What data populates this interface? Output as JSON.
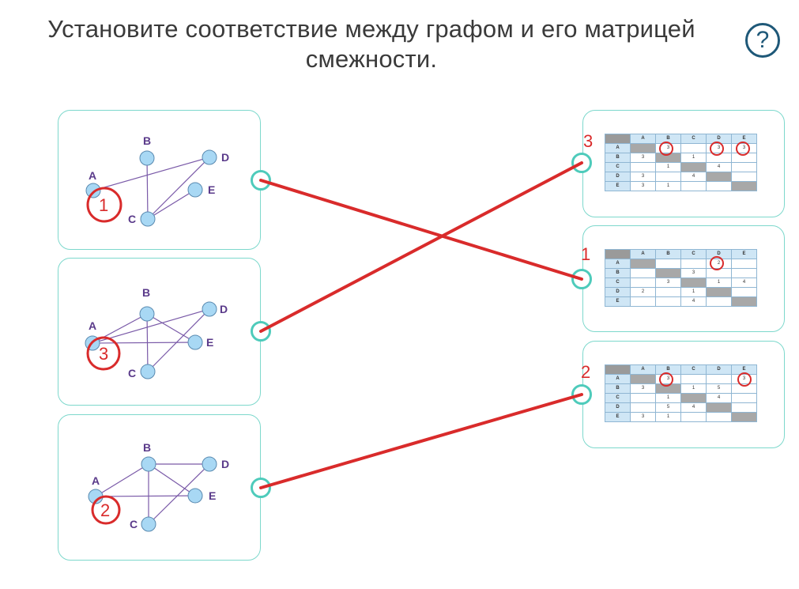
{
  "task": {
    "title": "Установите соответствие между графом и его матрицей смежности.",
    "help_label": "?"
  },
  "colors": {
    "accent": "#4ecbbb",
    "line": "#d92b2b",
    "node": "#a8d8f4",
    "edge": "#6a4a9a"
  },
  "left_cards": [
    {
      "nodes": [
        "A",
        "B",
        "C",
        "D",
        "E"
      ],
      "annotation": "1"
    },
    {
      "nodes": [
        "A",
        "B",
        "C",
        "D",
        "E"
      ],
      "annotation": "3"
    },
    {
      "nodes": [
        "A",
        "B",
        "C",
        "D",
        "E"
      ],
      "annotation": "2"
    }
  ],
  "matrix_headers": [
    "A",
    "B",
    "C",
    "D",
    "E"
  ],
  "right_cards": [
    {
      "annotation": "3",
      "rows": [
        [
          "A",
          "",
          "3",
          "",
          "3",
          "3"
        ],
        [
          "B",
          "3",
          "",
          "1",
          "",
          ""
        ],
        [
          "C",
          "",
          "1",
          "",
          "4",
          ""
        ],
        [
          "D",
          "3",
          "",
          "4",
          "",
          ""
        ],
        [
          "E",
          "3",
          "1",
          "",
          "",
          ""
        ]
      ]
    },
    {
      "annotation": "1",
      "rows": [
        [
          "A",
          "",
          "",
          "",
          "2",
          ""
        ],
        [
          "B",
          "",
          "",
          "3",
          "",
          ""
        ],
        [
          "C",
          "",
          "3",
          "",
          "1",
          "4"
        ],
        [
          "D",
          "2",
          "",
          "1",
          "",
          ""
        ],
        [
          "E",
          "",
          "",
          "4",
          "",
          ""
        ]
      ]
    },
    {
      "annotation": "2",
      "rows": [
        [
          "A",
          "",
          "3",
          "",
          "",
          "3"
        ],
        [
          "B",
          "3",
          "",
          "1",
          "5",
          ""
        ],
        [
          "C",
          "",
          "1",
          "",
          "4",
          ""
        ],
        [
          "D",
          "",
          "5",
          "4",
          "",
          ""
        ],
        [
          "E",
          "3",
          "1",
          "",
          "",
          ""
        ]
      ]
    }
  ]
}
